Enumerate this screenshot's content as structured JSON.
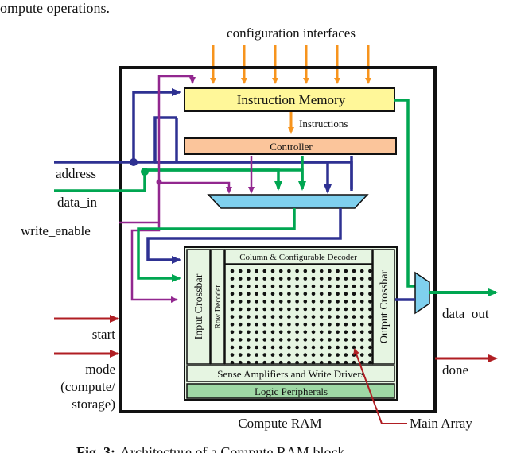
{
  "header": {
    "top_text": "ompute operations.",
    "config_label": "configuration interfaces"
  },
  "blocks": {
    "instruction_memory": "Instruction Memory",
    "instructions_label": "Instructions",
    "controller": "Controller",
    "column_decoder": "Column & Configurable Decoder",
    "input_crossbar": "Input Crossbar",
    "row_decoder": "Row Decoder",
    "output_crossbar": "Output Crossbar",
    "sense_amps": "Sense Amplifiers and Write Drivers",
    "logic_peripherals": "Logic Peripherals",
    "compute_ram": "Compute RAM",
    "main_array": "Main Array"
  },
  "signals": {
    "address": "address",
    "data_in": "data_in",
    "write_enable": "write_enable",
    "start": "start",
    "mode_1": "mode",
    "mode_2": "(compute/",
    "mode_3": "storage)",
    "data_out": "data_out",
    "done": "done"
  },
  "caption": {
    "fig_label": "Fig. 3:",
    "fig_text": "Architecture of a Compute RAM block."
  },
  "colors": {
    "orange": "#f7941d",
    "navy": "#2e3192",
    "green": "#00a651",
    "purple": "#92278f",
    "darkred": "#b01e23",
    "instruction_fill": "#fff799",
    "controller_fill": "#fbc59b",
    "mux_fill": "#7fd0ee",
    "array_fill": "#e6f5e2",
    "logic_fill": "#9fd8a5"
  }
}
